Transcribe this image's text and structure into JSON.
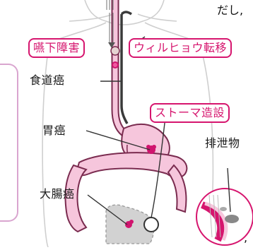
{
  "labels": {
    "dysphagia": "嚥下障害",
    "virus_transfer": "ウィルヒョウ転移",
    "esophageal_cancer": "食道癌",
    "stoma": "ストーマ造設",
    "gastric_cancer": "胃癌",
    "excrement": "排泄物",
    "colorectal_cancer": "大腸癌"
  },
  "side_text": {
    "top": "だし,",
    "bottom": ","
  },
  "colors": {
    "accent": "#d6156e",
    "organ_fill": "#f6c6dc",
    "organ_stroke": "#7a2b4f",
    "body_outline": "#c9c9c9",
    "tumor": "#d0146e",
    "gray_area": "#c9c9c9"
  }
}
